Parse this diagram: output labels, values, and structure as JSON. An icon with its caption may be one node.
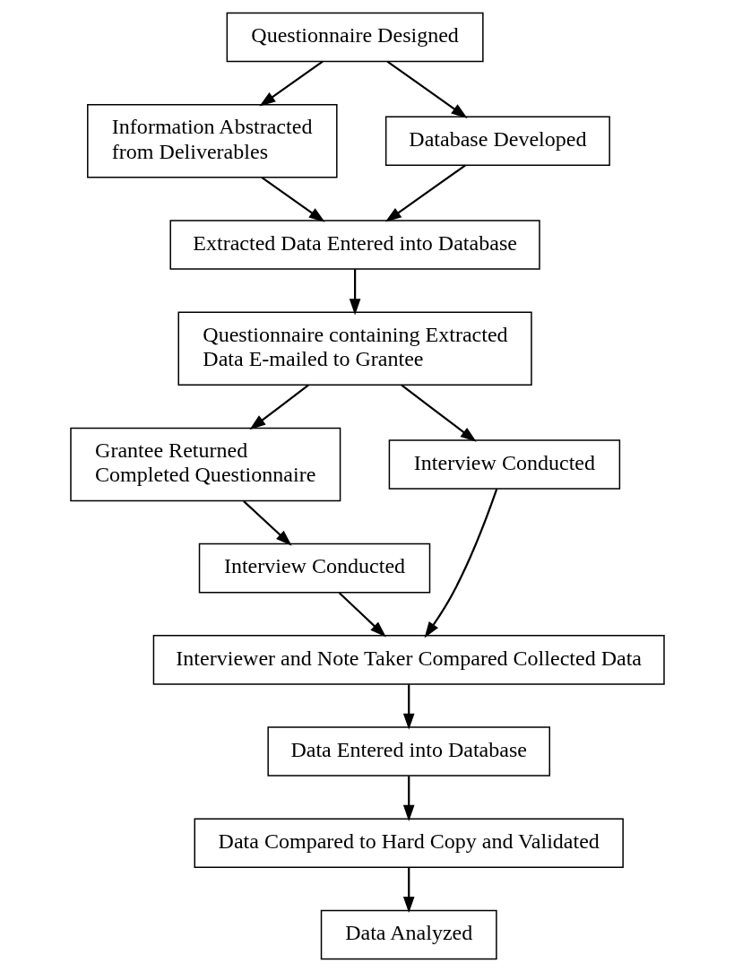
{
  "diagram": {
    "nodes": [
      {
        "text": [
          "Questionnaire Designed"
        ]
      },
      {
        "text": [
          "Information Abstracted from Deliverables"
        ]
      },
      {
        "text": [
          "Database Developed"
        ]
      },
      {
        "text": [
          "Extracted Data Entered into Database"
        ]
      },
      {
        "text": [
          "Questionnaire containing Extracted Data E-mailed to Grantee"
        ]
      },
      {
        "text": [
          "Grantee Returned Completed Questionnaire"
        ]
      },
      {
        "text": [
          "Interview Conducted"
        ]
      },
      {
        "text": [
          "Interview Conducted"
        ]
      },
      {
        "text": [
          "Interviewer and Note Taker Compared Collected Data"
        ]
      },
      {
        "text": [
          "Data Entered into Database"
        ]
      },
      {
        "text": [
          "Data Compared to Hard Copy and Validated"
        ]
      },
      {
        "text": [
          "Data Analyzed"
        ]
      }
    ],
    "edges": [
      {
        "from": 0,
        "to": 1,
        "arrow": "to"
      },
      {
        "from": 0,
        "to": 2,
        "arrow": "to"
      },
      {
        "from": 1,
        "to": 3,
        "arrow": "to"
      },
      {
        "from": 2,
        "to": 3,
        "arrow": "to"
      },
      {
        "from": 3,
        "to": 4,
        "arrow": "to"
      },
      {
        "from": 4,
        "to": 5,
        "arrow": "to"
      },
      {
        "from": 4,
        "to": 6,
        "arrow": "to"
      },
      {
        "from": 5,
        "to": 7,
        "arrow": "to"
      },
      {
        "from": 7,
        "to": 8,
        "arrow": "to"
      },
      {
        "from": 6,
        "to": 8,
        "arrow": "to"
      },
      {
        "from": 8,
        "to": 9,
        "arrow": "to"
      },
      {
        "from": 9,
        "to": 10,
        "arrow": "to"
      },
      {
        "from": 10,
        "to": 11,
        "arrow": "to"
      }
    ]
  }
}
